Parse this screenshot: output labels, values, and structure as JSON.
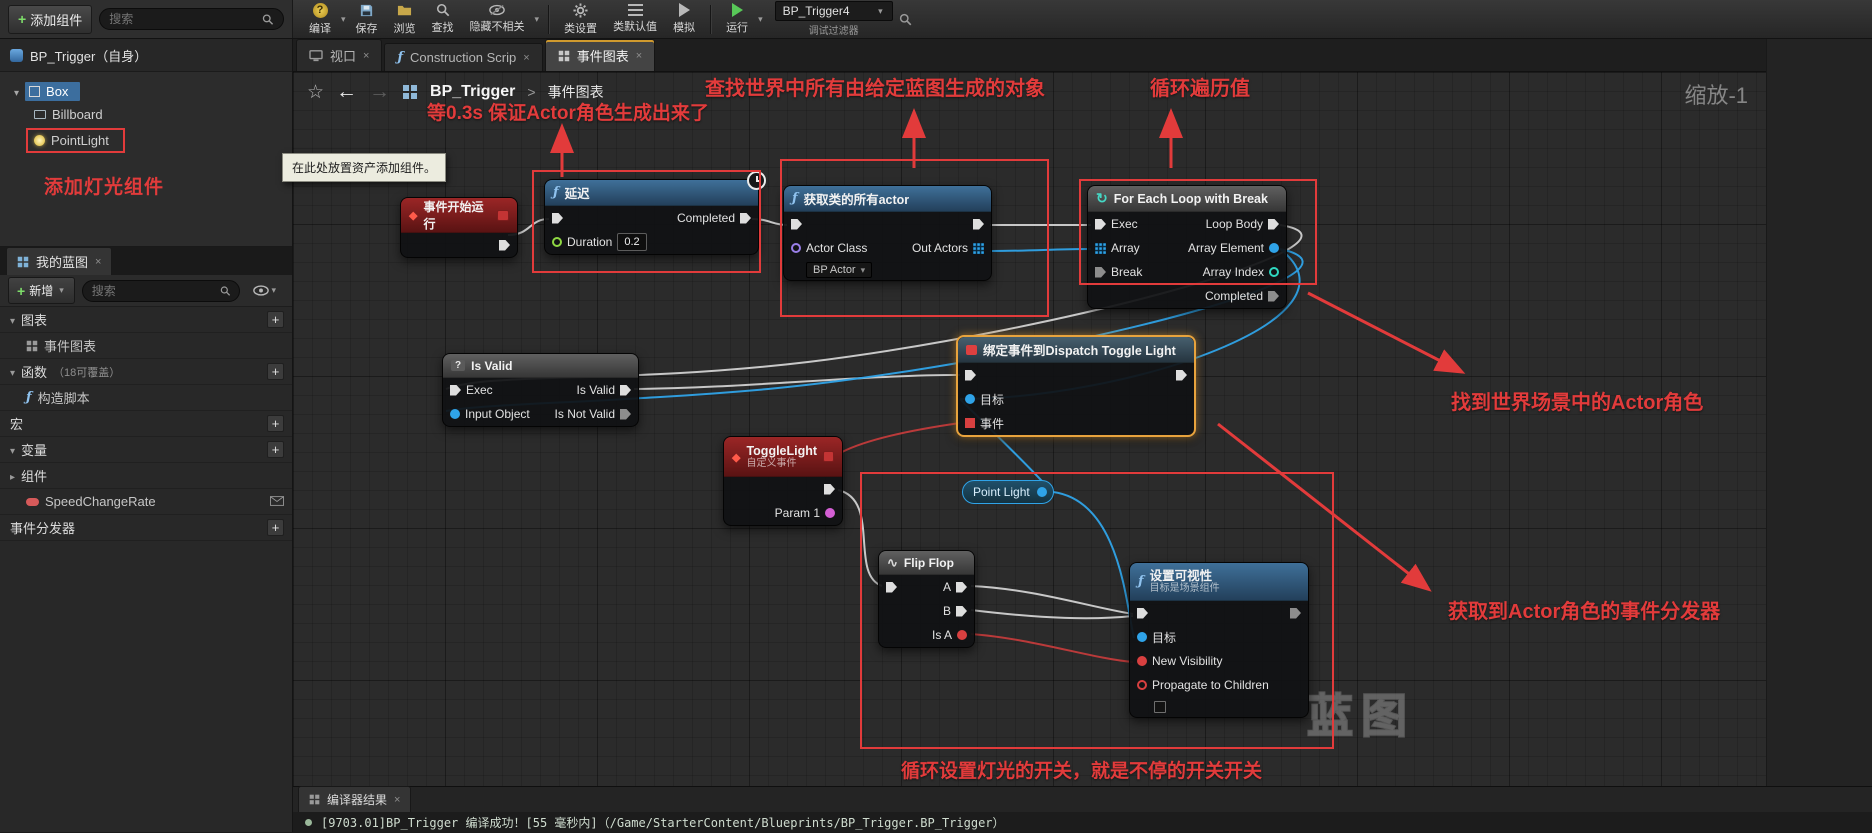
{
  "toolbar": {
    "compile": "编译",
    "save": "保存",
    "browse": "浏览",
    "find": "查找",
    "hide_unrelated": "隐藏不相关",
    "class_settings": "类设置",
    "class_defaults": "类默认值",
    "simulate": "模拟",
    "play": "运行",
    "debug_object": "BP_Trigger4",
    "debug_filter_label": "调试过滤器"
  },
  "components_panel": {
    "add_button": "添加组件",
    "search_placeholder": "搜索",
    "self_row": "BP_Trigger（自身）",
    "tree": {
      "box": "Box",
      "billboard": "Billboard",
      "pointlight": "PointLight"
    },
    "tooltip": "在此处放置资产添加组件。"
  },
  "my_blueprint": {
    "tab": "我的蓝图",
    "new_button": "新增",
    "search_placeholder": "搜索",
    "graphs_header": "图表",
    "event_graph_item": "事件图表",
    "functions_header": "函数",
    "functions_note": "（18可覆盖）",
    "construction_script": "构造脚本",
    "macros_header": "宏",
    "variables_header": "变量",
    "components_item": "组件",
    "variable_speed_change_rate": "SpeedChangeRate",
    "dispatchers_header": "事件分发器"
  },
  "graph": {
    "tabs": {
      "viewport": "视口",
      "construction_script": "Construction Scrip",
      "event_graph": "事件图表"
    },
    "breadcrumb": {
      "root": "BP_Trigger",
      "separator": ">",
      "current": "事件图表"
    },
    "zoom_label": "缩放-1",
    "watermark": "蓝图"
  },
  "annotations": {
    "add_light_component": "添加灯光组件",
    "wait_03s": "等0.3s 保证Actor角色生成出来了",
    "find_all_objects": "查找世界中所有由给定蓝图生成的对象",
    "loop_values": "循环遍历值",
    "find_actor": "找到世界场景中的Actor角色",
    "get_dispatcher": "获取到Actor角色的事件分发器",
    "toggle_loop": "循环设置灯光的开关，就是不停的开关开关"
  },
  "nodes": {
    "begin_play": {
      "title": "事件开始运行"
    },
    "delay": {
      "title": "延迟",
      "completed": "Completed",
      "duration": "Duration",
      "duration_value": "0.2"
    },
    "get_all_actors": {
      "title": "获取类的所有actor",
      "actor_class": "Actor Class",
      "actor_class_value": "BP Actor",
      "out_actors": "Out Actors"
    },
    "for_each": {
      "title": "For Each Loop with Break",
      "exec": "Exec",
      "array": "Array",
      "break_pin": "Break",
      "loop_body": "Loop Body",
      "array_element": "Array Element",
      "array_index": "Array Index",
      "completed": "Completed"
    },
    "is_valid": {
      "title": "Is Valid",
      "exec": "Exec",
      "input_object": "Input Object",
      "is_valid": "Is Valid",
      "is_not_valid": "Is Not Valid"
    },
    "bind_event": {
      "title": "绑定事件到Dispatch Toggle Light",
      "target": "目标",
      "event": "事件"
    },
    "toggle_light": {
      "title": "ToggleLight",
      "subtitle": "自定义事件",
      "param": "Param 1"
    },
    "point_light": {
      "title": "Point Light"
    },
    "flip_flop": {
      "title": "Flip Flop",
      "a": "A",
      "b": "B",
      "is_a": "Is A"
    },
    "set_visibility": {
      "title": "设置可视性",
      "subtitle": "目标是场景组件",
      "target": "目标",
      "new_visibility": "New Visibility",
      "propagate": "Propagate to Children"
    }
  },
  "compiler": {
    "tab": "编译器结果",
    "message": "[9703.01]BP_Trigger 编译成功！[55 毫秒内]（/Game/StarterContent/Blueprints/BP_Trigger.BP_Trigger）"
  }
}
